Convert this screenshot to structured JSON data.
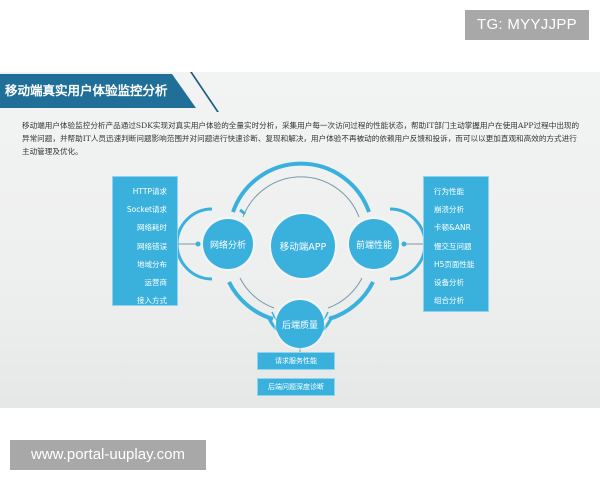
{
  "watermarks": {
    "top": "TG: MYYJJPP",
    "bottom": "www.portal-uuplay.com"
  },
  "slide": {
    "title": "移动端真实用户体验监控分析",
    "description": "移动端用户体验监控分析产品通过SDK实现对真实用户体验的全量实时分析，采集用户每一次访问过程的性能状态，帮助IT部门主动掌握用户在使用APP过程中出现的异常问题，并帮助IT人员迅速判断问题影响范围并对问题进行快速诊断、复现和解决，用户体验不再被动的依赖用户反馈和投诉，而可以以更加直观和高效的方式进行主动管理及优化。"
  },
  "diagram": {
    "center": "移动端APP",
    "nodes": {
      "network": "网络分析",
      "frontend": "前端性能",
      "backend": "后端质量"
    },
    "network_items": [
      "HTTP请求",
      "Socket请求",
      "网络耗时",
      "网络错误",
      "地域分布",
      "运营商",
      "接入方式"
    ],
    "frontend_items": [
      "行为性能",
      "崩溃分析",
      "卡顿&ANR",
      "慢交互问题",
      "H5页面性能",
      "设备分析",
      "组合分析"
    ],
    "backend_items": [
      "请求服务性能",
      "后端问题深度诊断"
    ]
  },
  "colors": {
    "accent": "#3ab1dc",
    "title_bar": "#1f6f98",
    "ring": "#3ab1dc",
    "thin_ring": "#7a9aa8"
  }
}
